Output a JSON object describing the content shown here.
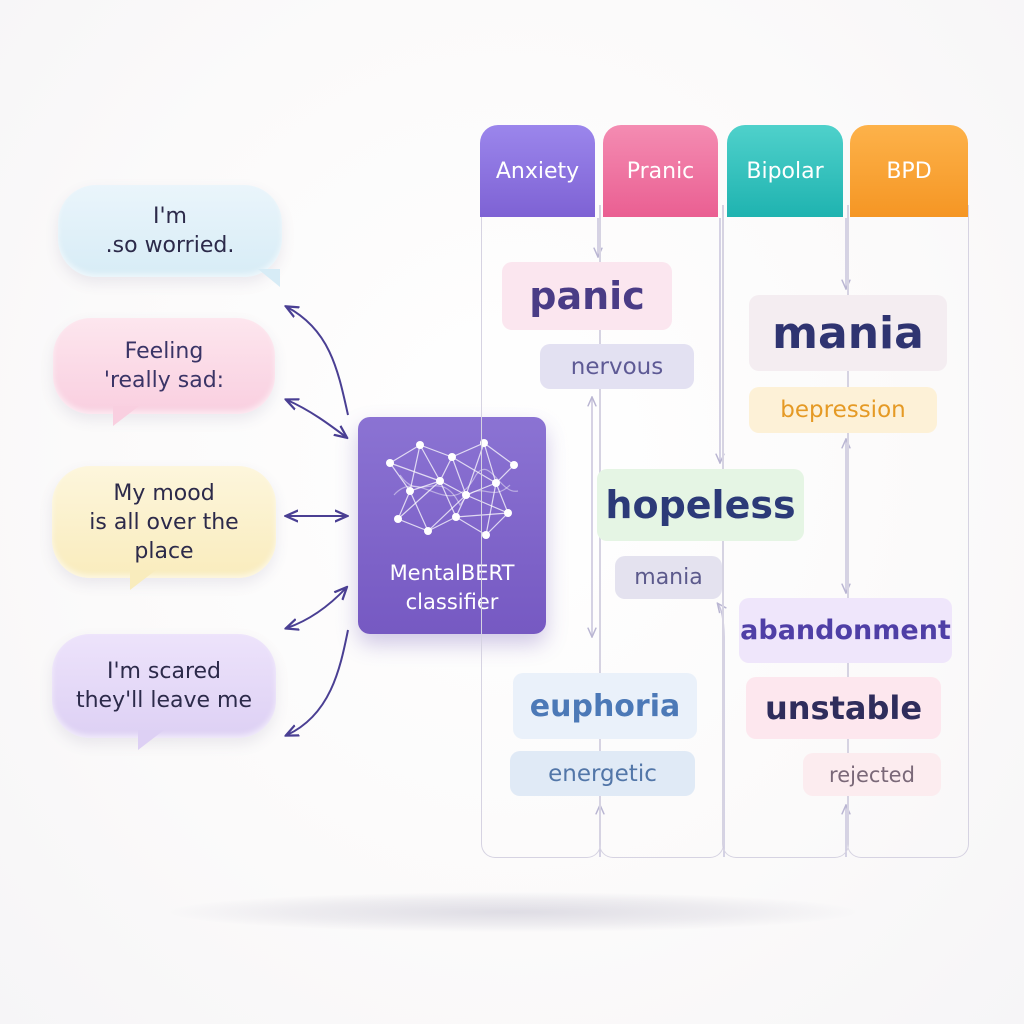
{
  "inputs": [
    {
      "text": "I'm\n.so worried."
    },
    {
      "text": "Feeling\n'really sad:"
    },
    {
      "text": "My mood\nis all over the\nplace"
    },
    {
      "text": "I'm scared\nthey'll leave me"
    }
  ],
  "classifier": {
    "label": "MentalBERT\nclassifier"
  },
  "categories": [
    {
      "label": "Anxiety",
      "color": "#8a72e0"
    },
    {
      "label": "Pranic",
      "color": "#ef6e9e"
    },
    {
      "label": "Bipolar",
      "color": "#2ec2bf"
    },
    {
      "label": "BPD",
      "color": "#f7a236"
    }
  ],
  "terms": {
    "panic": "panic",
    "nervous": "nervous",
    "mania_big": "mania",
    "bepression": "bepression",
    "hopeless": "hopeless",
    "mania_small": "mania",
    "abandonment": "abandonment",
    "euphoria": "euphoria",
    "unstable": "unstable",
    "energetic": "energetic",
    "rejected": "rejected"
  },
  "colors": {
    "arrow": "#4a3f93",
    "connector": "#c8c4dc",
    "classifier": "#7c60c8"
  }
}
